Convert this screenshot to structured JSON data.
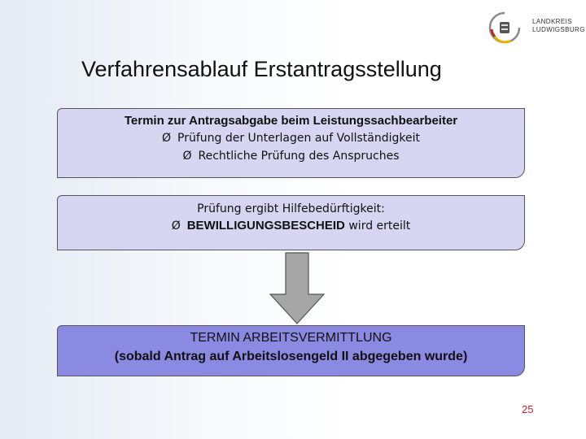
{
  "logo": {
    "line1": "LANDKREIS",
    "line2": "LUDWIGSBURG"
  },
  "title": "Verfahrensablauf Erstantragsstellung",
  "bullet_symbol": "Ø",
  "box1": {
    "heading": "Termin zur Antragsabgabe beim Leistungssachbearbeiter",
    "items": [
      "Prüfung der Unterlagen auf Vollständigkeit",
      "Rechtliche Prüfung des Anspruches"
    ]
  },
  "box2": {
    "line1": "Prüfung ergibt Hilfebedürftigkeit:",
    "bold": "BEWILLIGUNGSBESCHEID",
    "rest": " wird erteilt"
  },
  "box3": {
    "line1": "TERMIN ARBEITSVERMITTLUNG",
    "line2": "(sobald Antrag auf Arbeitslosengeld II abgegeben wurde)"
  },
  "page_number": "25",
  "colors": {
    "box_light": "#d6d6f2",
    "box_dark": "#8a8ae3",
    "arrow": "#a6a6a6",
    "page_number": "#c0272d"
  }
}
